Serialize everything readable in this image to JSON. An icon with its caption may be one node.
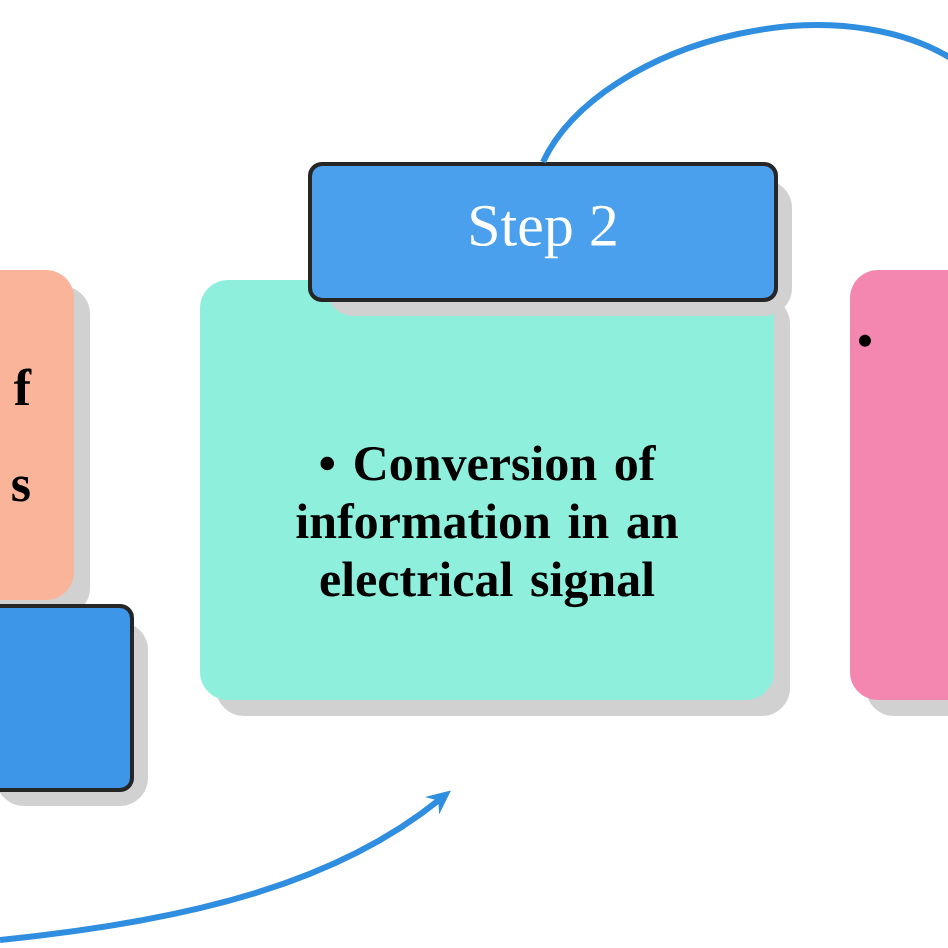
{
  "diagram": {
    "nodes": [
      {
        "text": [
          "f s"
        ]
      },
      {
        "text": [],
        "shape": "box"
      },
      {
        "text": [
          "• Conversion of information in an electrical signal"
        ]
      },
      {
        "text": [
          "Step 2"
        ]
      },
      {
        "text": [
          "•"
        ]
      }
    ],
    "edges": [
      {
        "from": null,
        "to": 2,
        "arrow": "to"
      },
      {
        "from": 3,
        "to": null,
        "arrow": "none"
      }
    ]
  }
}
